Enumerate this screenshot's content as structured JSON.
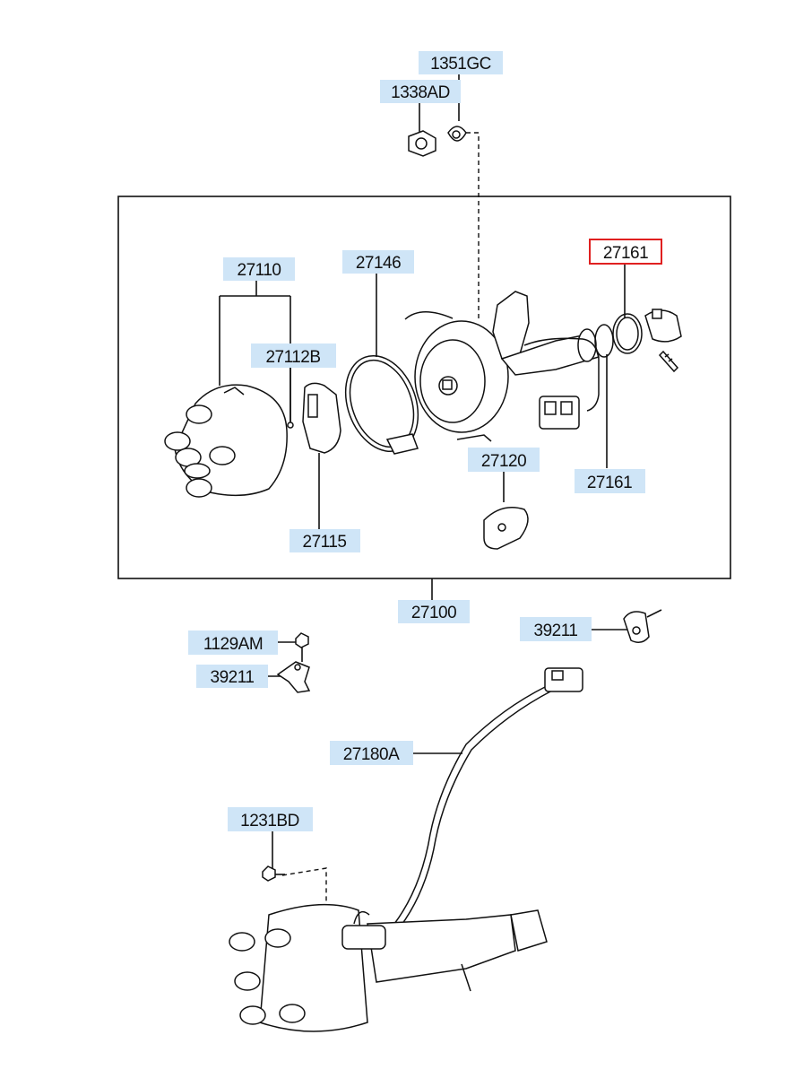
{
  "labels": {
    "p1351GC": "1351GC",
    "p1338AD": "1338AD",
    "p27161_top": "27161",
    "p27110": "27110",
    "p27146": "27146",
    "p27112B": "27112B",
    "p27161_bottom": "27161",
    "p27120": "27120",
    "p27115": "27115",
    "p27100": "27100",
    "p39211_right": "39211",
    "p1129AM": "1129AM",
    "p39211_left": "39211",
    "p27180A": "27180A",
    "p1231BD": "1231BD"
  },
  "highlight": {
    "selected_label": "27161",
    "selected_border_color": "#e02020",
    "label_fill_color": "#cfe5f7"
  },
  "icons": [
    "distributor-cap-icon",
    "rotor-icon",
    "o-ring-icon",
    "distributor-housing-icon",
    "coupling-icon",
    "pin-icon",
    "pickup-plate-icon",
    "nut-icon",
    "washer-icon",
    "bolt-icon",
    "bracket-icon",
    "clamp-icon",
    "wire-harness-icon",
    "assembled-distributor-icon"
  ]
}
